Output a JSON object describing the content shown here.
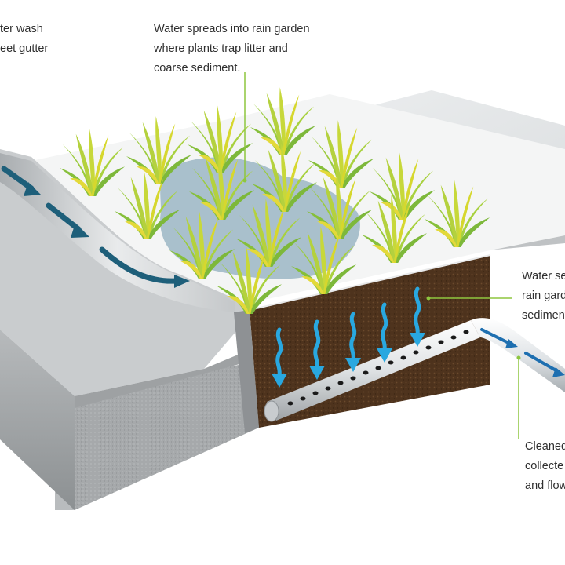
{
  "labels": {
    "top_left": [
      "ter wash",
      "eet gutter"
    ],
    "top_center": [
      "Water spreads into rain garden",
      "where plants trap litter and",
      "coarse sediment."
    ],
    "right_middle": [
      "Water se",
      "rain gard",
      "sediment"
    ],
    "bottom_right": [
      "Cleaned",
      "collecte",
      "and flow"
    ]
  },
  "colors": {
    "leader_line": "#8dc63f",
    "water_arrow": "#1e5f7a",
    "infiltration_arrow": "#29a8e0",
    "soil": "#5a3b22",
    "pond": "#a9c0cc",
    "plant_green": "#8dc63f",
    "plant_yellow": "#d8d82a"
  }
}
